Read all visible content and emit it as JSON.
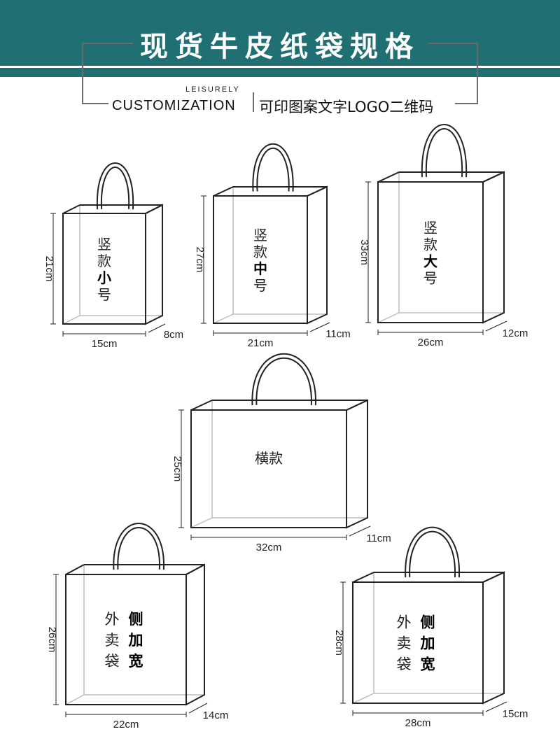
{
  "header": {
    "title": "现货牛皮纸袋规格",
    "subtitle_small": "LEISURELY",
    "subtitle_en": "CUSTOMIZATION",
    "subtitle_zh": "可印图案文字LOGO二维码"
  },
  "colors": {
    "banner": "#1f6f73",
    "line": "#222222"
  },
  "bags": [
    {
      "name": "small",
      "height": "21cm",
      "width": "15cm",
      "depth": "8cm",
      "label_lines": [
        "竖",
        "款",
        "小",
        "号"
      ],
      "bold_index": 2
    },
    {
      "name": "medium",
      "height": "27cm",
      "width": "21cm",
      "depth": "11cm",
      "label_lines": [
        "竖",
        "款",
        "中",
        "号"
      ],
      "bold_index": 2
    },
    {
      "name": "large",
      "height": "33cm",
      "width": "26cm",
      "depth": "12cm",
      "label_lines": [
        "竖",
        "款",
        "大",
        "号"
      ],
      "bold_index": 2
    },
    {
      "name": "horizontal",
      "height": "25cm",
      "width": "32cm",
      "depth": "11cm",
      "label": "横款"
    },
    {
      "name": "takeout-1",
      "height": "26cm",
      "width": "22cm",
      "depth": "14cm",
      "label_left": [
        "外",
        "卖",
        "袋"
      ],
      "label_right": [
        "侧",
        "加",
        "宽"
      ]
    },
    {
      "name": "takeout-2",
      "height": "28cm",
      "width": "28cm",
      "depth": "15cm",
      "label_left": [
        "外",
        "卖",
        "袋"
      ],
      "label_right": [
        "侧",
        "加",
        "宽"
      ]
    }
  ]
}
